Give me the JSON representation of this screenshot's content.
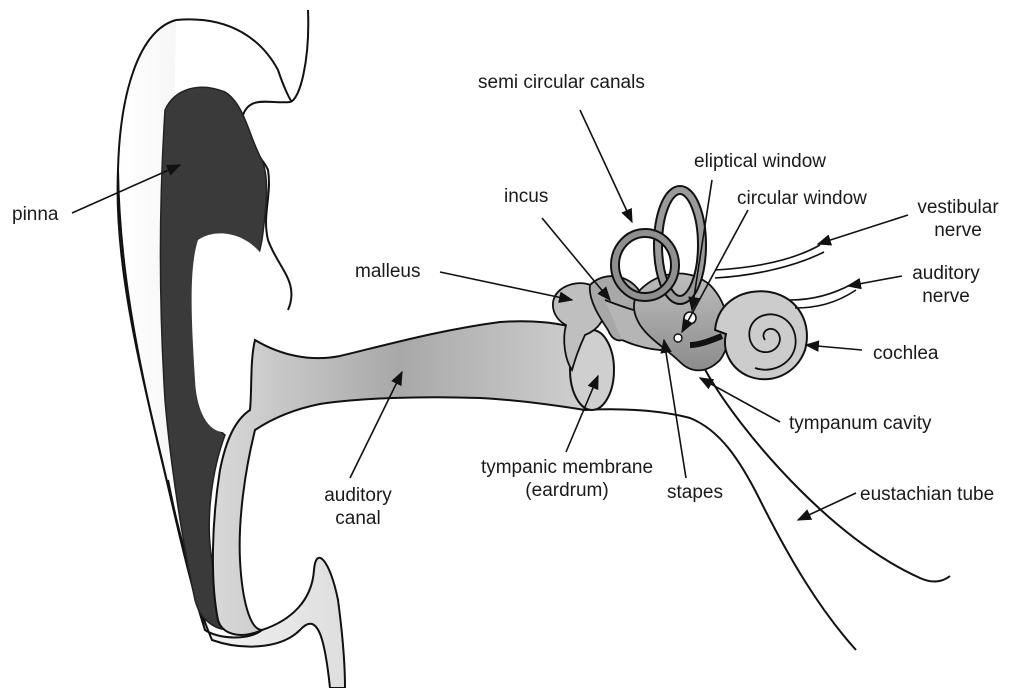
{
  "labels": {
    "pinna": "pinna",
    "semi_circular_canals": "semi circular canals",
    "eliptical_window": "eliptical window",
    "incus": "incus",
    "circular_window": "circular window",
    "vestibular_nerve_1": "vestibular",
    "vestibular_nerve_2": "nerve",
    "malleus": "malleus",
    "auditory_nerve_1": "auditory",
    "auditory_nerve_2": "nerve",
    "cochlea": "cochlea",
    "tympanum_cavity": "tympanum cavity",
    "tympanic_membrane_1": "tympanic membrane",
    "tympanic_membrane_2": "(eardrum)",
    "stapes": "stapes",
    "eustachian_tube": "eustachian tube",
    "auditory_canal_1": "auditory",
    "auditory_canal_2": "canal"
  }
}
